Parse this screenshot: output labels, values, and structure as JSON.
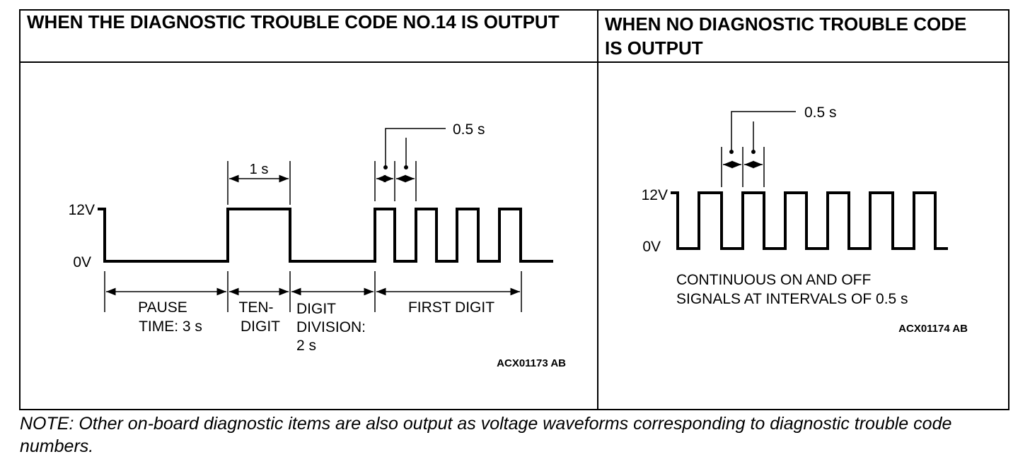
{
  "panels": [
    {
      "header": "WHEN THE DIAGNOSTIC TROUBLE CODE NO.14 IS OUTPUT",
      "level_high": "12V",
      "level_low": "0V",
      "time_1s": "1 s",
      "time_05s": "0.5 s",
      "seg_pause_l1": "PAUSE",
      "seg_pause_l2": "TIME: 3 s",
      "seg_ten_l1": "TEN-",
      "seg_ten_l2": "DIGIT",
      "seg_div_l1": "DIGIT",
      "seg_div_l2": "DIVISION:",
      "seg_div_l3": "2 s",
      "seg_first": "FIRST DIGIT",
      "code": "ACX01173 AB"
    },
    {
      "header": "WHEN NO DIAGNOSTIC TROUBLE CODE IS OUTPUT",
      "level_high": "12V",
      "level_low": "0V",
      "time_05s": "0.5 s",
      "caption_l1": "CONTINUOUS ON AND OFF",
      "caption_l2": "SIGNALS AT INTERVALS OF 0.5 s",
      "code": "ACX01174 AB"
    }
  ],
  "note": "NOTE: Other on-board diagnostic items are also output as voltage waveforms corresponding to diagnostic trouble code numbers."
}
